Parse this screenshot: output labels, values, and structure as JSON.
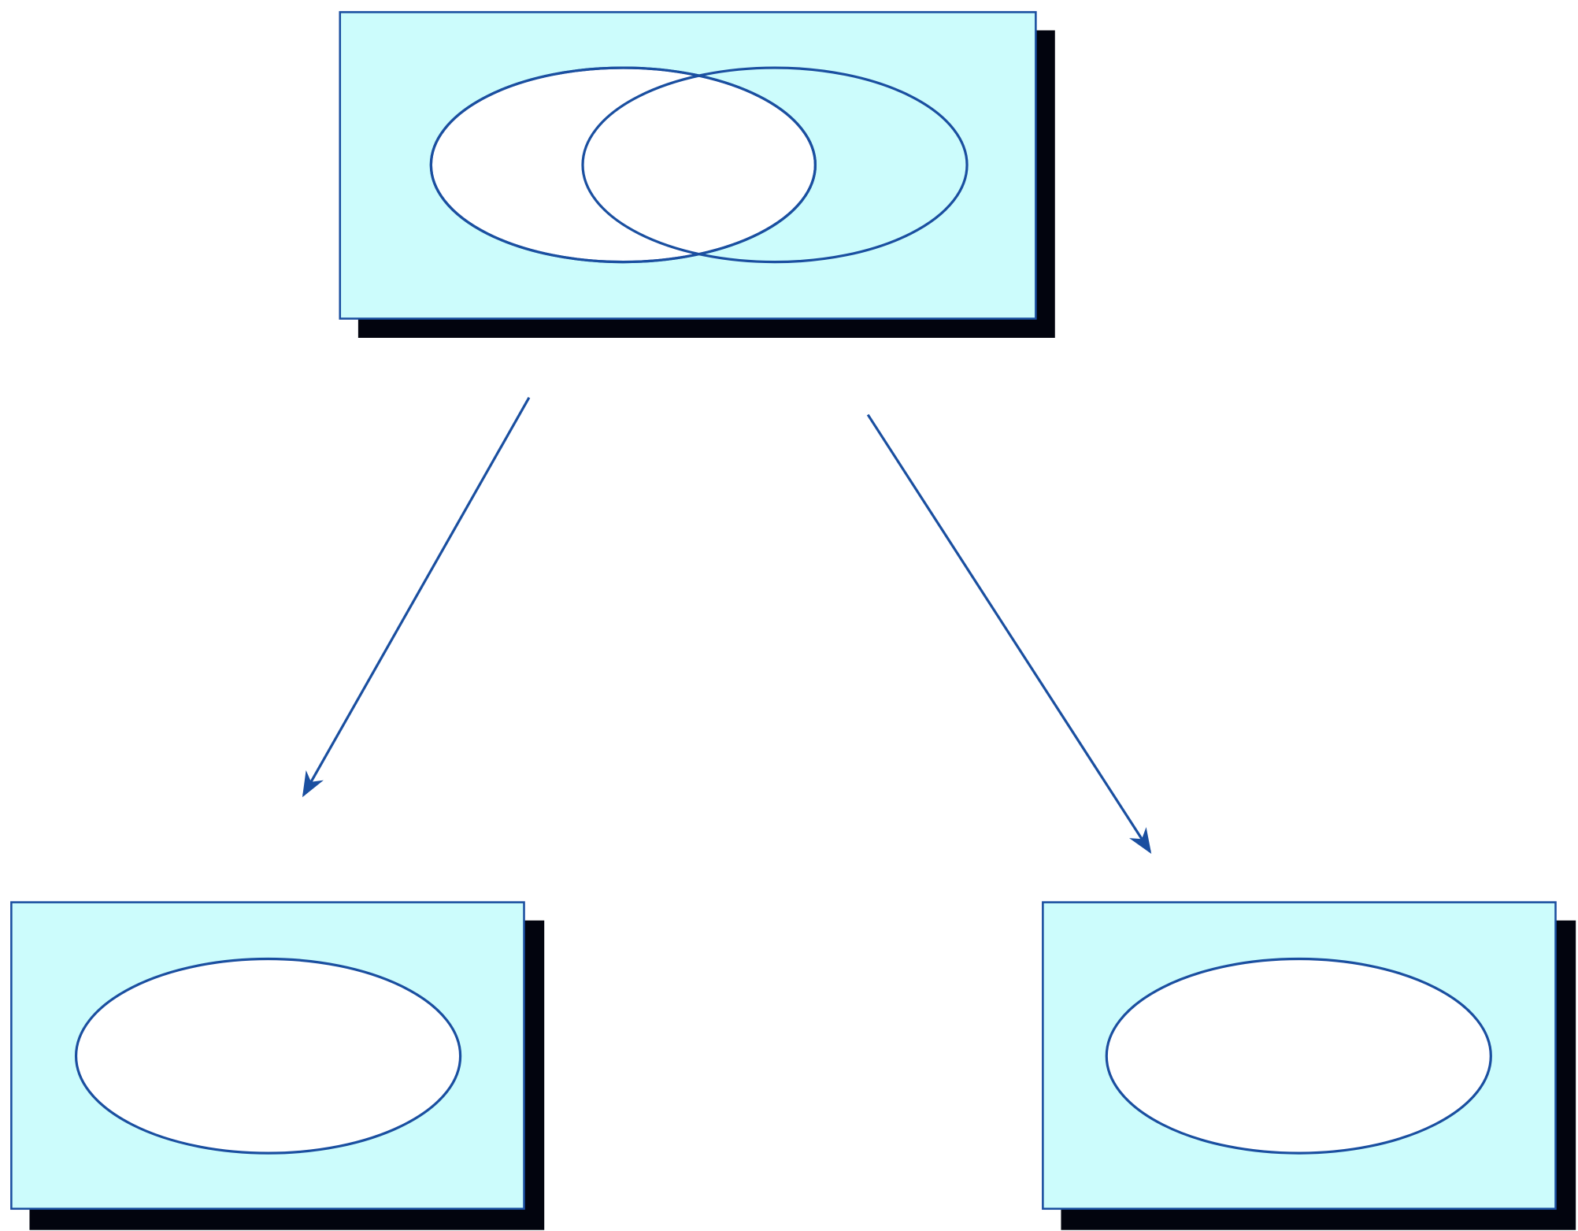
{
  "colors": {
    "box_fill": "#ccfcfc",
    "stroke": "#1a4fa0",
    "shadow": "#02040e",
    "ellipse_fill": "#ffffff",
    "background": "#ffffff"
  },
  "nodes": [
    {
      "id": "top",
      "content": "two-overlapping-ellipses"
    },
    {
      "id": "bottom-left",
      "content": "single-ellipse"
    },
    {
      "id": "bottom-right",
      "content": "single-ellipse"
    }
  ],
  "edges": [
    {
      "from": "top",
      "to": "bottom-left"
    },
    {
      "from": "top",
      "to": "bottom-right"
    }
  ]
}
